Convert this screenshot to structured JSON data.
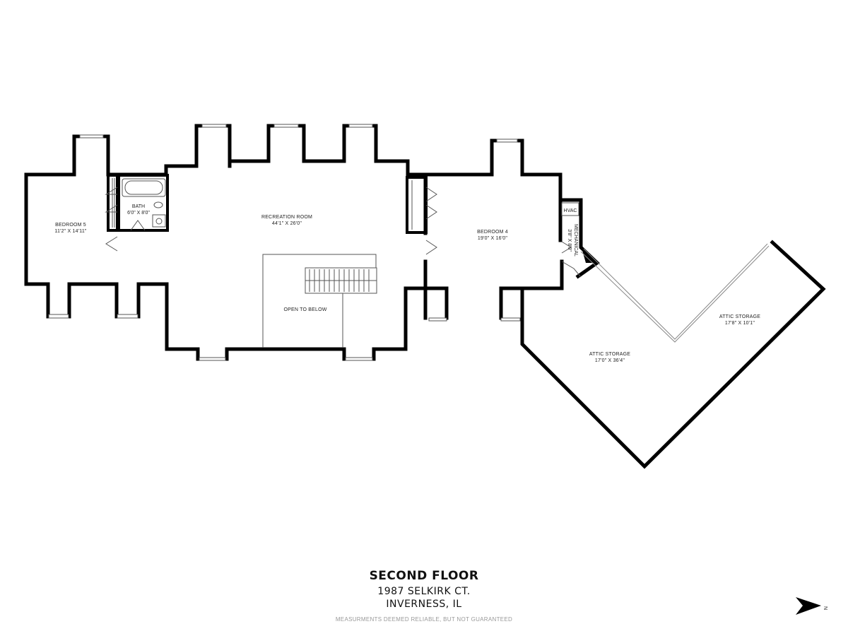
{
  "floor_title": "SECOND FLOOR",
  "address_line1": "1987 SELKIRK CT.",
  "address_line2": "INVERNESS, IL",
  "disclaimer": "MEASURMENTS DEEMED RELIABLE, BUT NOT GUARANTEED",
  "compass": {
    "label": "N",
    "icon": "north-arrow-icon"
  },
  "rooms": {
    "bedroom5": {
      "name": "BEDROOM 5",
      "size": "11'2\" X 14'11\""
    },
    "bath": {
      "name": "BATH",
      "size": "6'0\" X 8'0\""
    },
    "recreation": {
      "name": "RECREATION ROOM",
      "size": "44'1\" X 26'0\""
    },
    "open_below": {
      "name": "OPEN TO BELOW"
    },
    "bedroom4": {
      "name": "BEDROOM 4",
      "size": "19'0\" X 16'0\""
    },
    "hvac": {
      "name": "HVAC"
    },
    "mechanical": {
      "name": "MECHANICAL",
      "size": "3'8\" X 8'0\""
    },
    "attic_storage_1": {
      "name": "ATTIC STORAGE",
      "size": "17'0\" X 36'4\""
    },
    "attic_storage_2": {
      "name": "ATTIC STORAGE",
      "size": "17'8\" X 10'1\""
    }
  }
}
